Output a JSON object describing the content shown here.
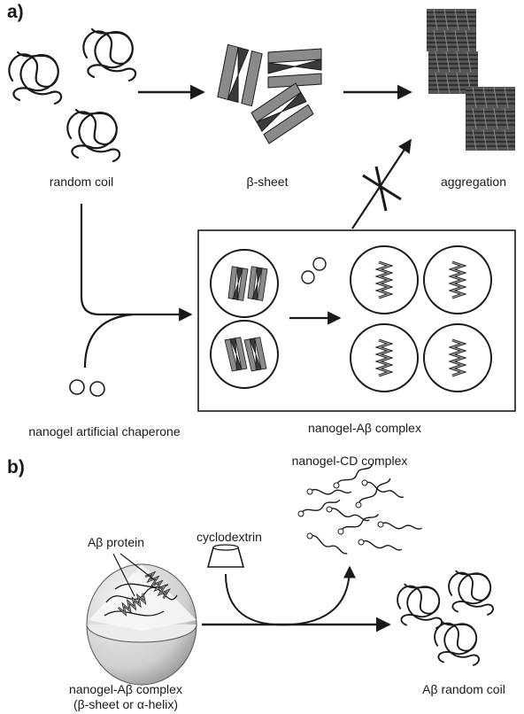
{
  "panel_a": {
    "tag": "a)",
    "labels": {
      "random_coil": "random coil",
      "beta_sheet": "β-sheet",
      "aggregation": "aggregation",
      "chaperone": "nanogel artificial chaperone",
      "complex": "nanogel-Aβ complex"
    }
  },
  "panel_b": {
    "tag": "b)",
    "labels": {
      "cd_complex": "nanogel-CD complex",
      "cyclodextrin": "cyclodextrin",
      "abeta_protein": "Aβ protein",
      "complex_line1": "nanogel-Aβ complex",
      "complex_line2": "(β-sheet or α-helix)",
      "random_coil": "Aβ random coil"
    }
  },
  "colors": {
    "ink": "#1a1a1a",
    "sheet": "#8a8a8a",
    "sheet_dark": "#3a3a3a",
    "sphere": "#d6d6d6"
  }
}
